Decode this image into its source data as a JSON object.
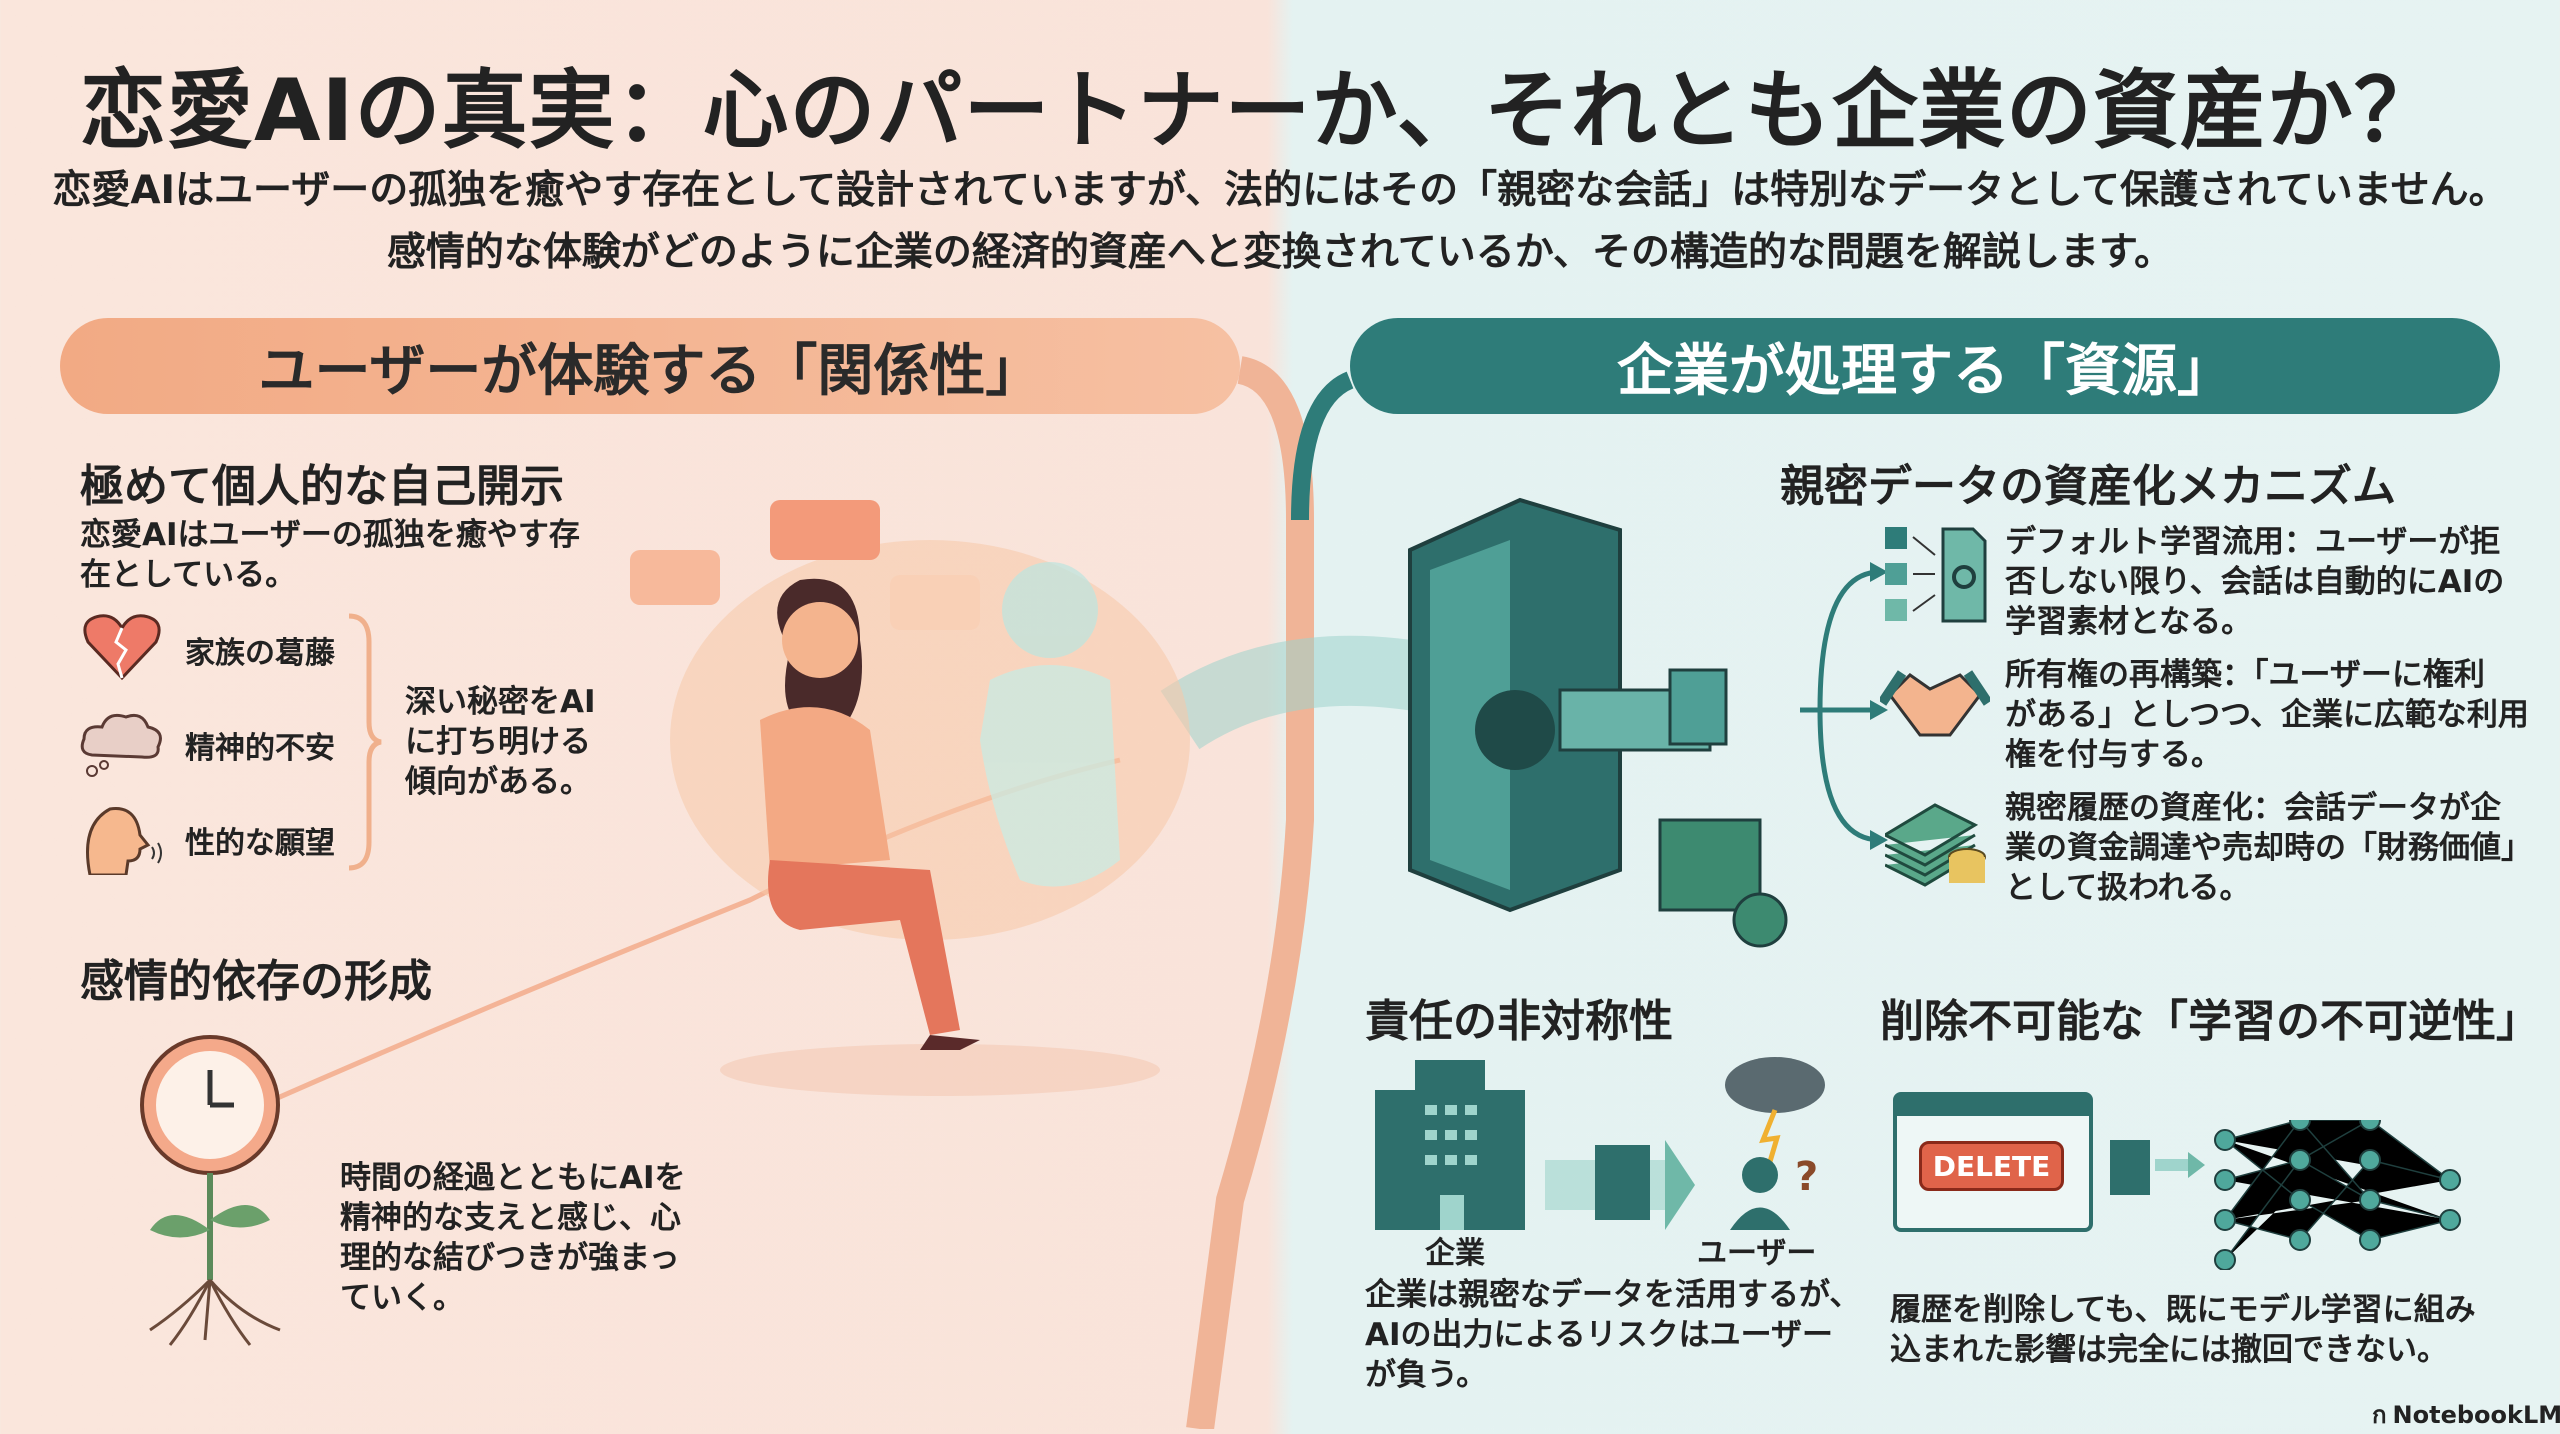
{
  "title": "恋愛AIの真実：心のパートナーか、それとも企業の資産か？",
  "subtitle": [
    "恋愛AIはユーザーの孤独を癒やす存在として設計されていますが、法的にはその「親密な会話」は特別なデータとして保護されていません。",
    "感情的な体験がどのように企業の経済的資産へと変換されているか、その構造的な問題を解説します。"
  ],
  "left": {
    "header": "ユーザーが体験する「関係性」",
    "disclosure": {
      "heading": "極めて個人的な自己開示",
      "desc": [
        "恋愛AIはユーザーの孤独を癒やす存",
        "在としている。"
      ],
      "items": [
        {
          "label": "家族の葛藤",
          "icon": "broken-heart-icon"
        },
        {
          "label": "精神的不安",
          "icon": "thought-cloud-icon"
        },
        {
          "label": "性的な願望",
          "icon": "speaking-head-icon"
        }
      ],
      "summary": [
        "深い秘密をAI",
        "に打ち明ける",
        "傾向がある。"
      ]
    },
    "dependence": {
      "heading": "感情的依存の形成",
      "desc": [
        "時間の経過とともにAIを",
        "精神的な支えと感じ、心",
        "理的な結びつきが強まっ",
        "ていく。"
      ]
    }
  },
  "right": {
    "header": "企業が処理する「資源」",
    "mechanism": {
      "heading": "親密データの資産化メカニズム",
      "items": [
        {
          "icon": "data-to-document-icon",
          "lines": [
            "デフォルト学習流用：ユーザーが拒",
            "否しない限り、会話は自動的にAIの",
            "学習素材となる。"
          ]
        },
        {
          "icon": "handshake-icon",
          "lines": [
            "所有権の再構築：「ユーザーに権利",
            "がある」としつつ、企業に広範な利用",
            "権を付与する。"
          ]
        },
        {
          "icon": "money-stack-icon",
          "lines": [
            "親密履歴の資産化：会話データが企",
            "業の資金調達や売却時の「財務価値」",
            "として扱われる。"
          ]
        }
      ]
    },
    "asymmetry": {
      "heading": "責任の非対称性",
      "company_label": "企業",
      "user_label": "ユーザー",
      "desc": [
        "企業は親密なデータを活用するが、",
        "AIの出力によるリスクはユーザー",
        "が負う。"
      ]
    },
    "irreversibility": {
      "heading": "削除不可能な「学習の不可逆性」",
      "button": "DELETE",
      "desc": [
        "履歴を削除しても、既にモデル学習に組み",
        "込まれた影響は完全には撤回できない。"
      ]
    }
  },
  "brand": "NotebookLM",
  "colors": {
    "teal": "#2e7c79",
    "peach": "#f2aa84",
    "delete": "#e0644a"
  }
}
